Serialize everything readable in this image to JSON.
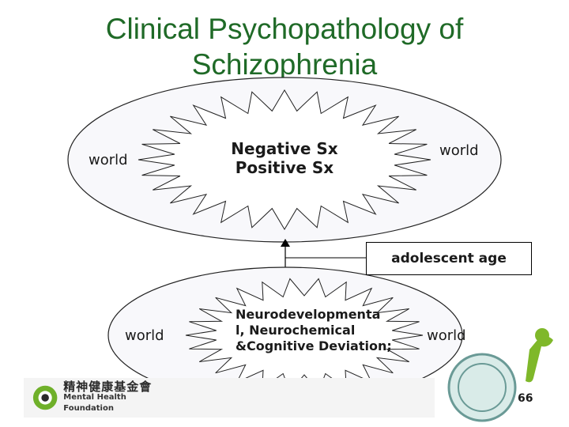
{
  "title": {
    "line1": "Clinical Psychopathology of",
    "line2": "Schizophrenia"
  },
  "top_ellipse": {
    "left_label": "world",
    "right_label": "world",
    "center_line1": "Negative Sx",
    "center_line2": "Positive Sx"
  },
  "connector": {
    "label": "adolescent age"
  },
  "bottom_ellipse": {
    "left_label": "world",
    "right_label": "world",
    "center_text": "Neurodevelopmenta l, Neurochemical &Cognitive Deviation;"
  },
  "footer": {
    "logo_text_cn": "精神健康基金會",
    "logo_text_en": "Mental Health Foundation",
    "page_number": "66"
  },
  "colors": {
    "title": "#1f6a27",
    "ellipse_fill": "#f8f8fb",
    "stroke": "#222222",
    "footer_green": "#6fb02a"
  }
}
